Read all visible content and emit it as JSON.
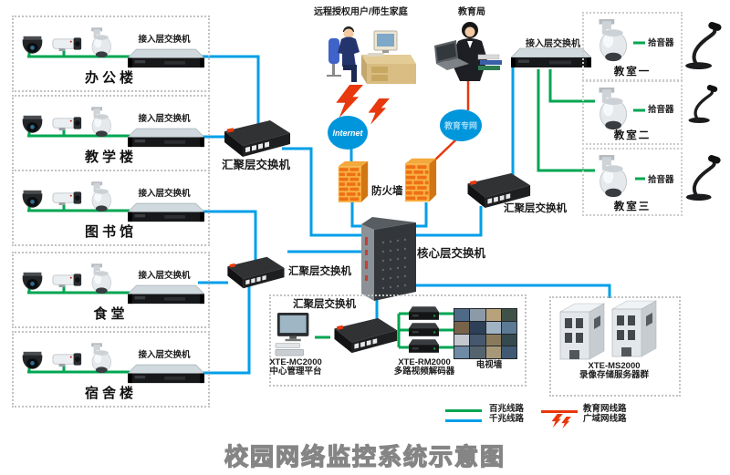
{
  "title": "校园网络监控系统示意图",
  "colors": {
    "line_100m": "#00a651",
    "line_1000m": "#009fe8",
    "line_edu": "#e8380d",
    "cloud_blue": "#0096dc",
    "firewall_orange": "#f89c1c"
  },
  "buildings": [
    {
      "name": "办公楼",
      "switch": "接入层交换机"
    },
    {
      "name": "教学楼",
      "switch": "接入层交换机"
    },
    {
      "name": "图书馆",
      "switch": "接入层交换机"
    },
    {
      "name": "食堂",
      "switch": "接入层交换机"
    },
    {
      "name": "宿舍楼",
      "switch": "接入层交换机"
    }
  ],
  "mid": {
    "agg1_label": "汇聚层交换机",
    "agg2_label": "汇聚层交换机",
    "agg_right_label": "汇聚层交换机",
    "core_label": "核心层交换机",
    "firewall_label": "防火墙"
  },
  "clouds": {
    "internet": "Internet",
    "edu_net": "教育专网"
  },
  "people": {
    "remote_users": "远程授权用户/师生家庭",
    "edu_bureau": "教育局"
  },
  "right": {
    "switch_label": "接入层交换机",
    "classrooms": [
      {
        "name": "教室一",
        "pickup": "拾音器"
      },
      {
        "name": "教室二",
        "pickup": "拾音器"
      },
      {
        "name": "教室三",
        "pickup": "拾音器"
      }
    ]
  },
  "bottom": {
    "agg_label": "汇聚层交换机",
    "mc_model": "XTE-MC2000",
    "mc_desc": "中心管理平台",
    "rm_model": "XTE-RM2000",
    "rm_desc": "多路视频解码器",
    "tv_wall": "电视墙",
    "ms_model": "XTE-MS2000",
    "ms_desc": "录像存储服务器群"
  },
  "legend": {
    "m100": "百兆线路",
    "m1000": "千兆线路",
    "edu": "教育网线路",
    "wan": "广域网线路"
  }
}
